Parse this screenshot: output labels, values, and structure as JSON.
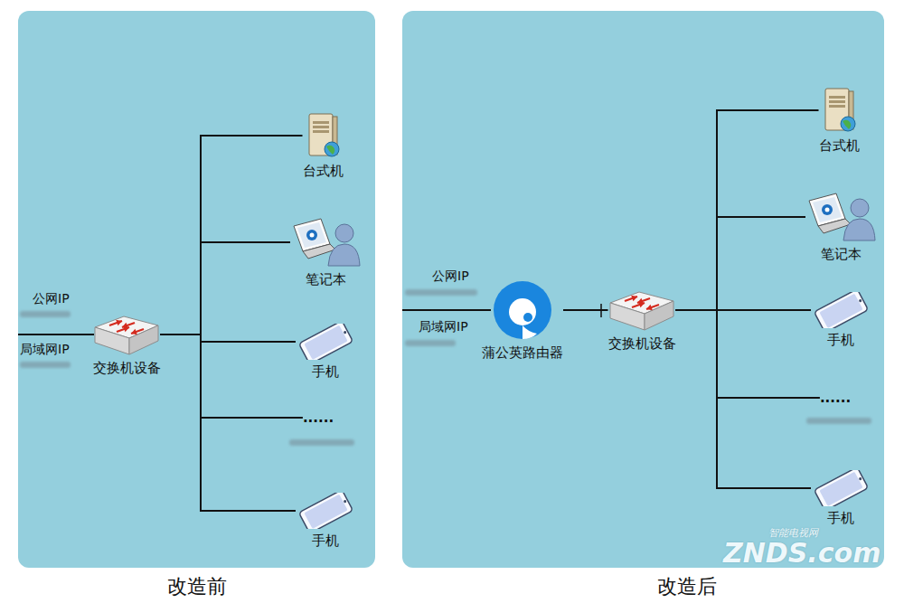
{
  "diagram": {
    "nodes": [
      {
        "text": [
          "改造前"
        ]
      },
      {
        "text": [
          "交换机设备"
        ],
        "in": 0
      },
      {
        "text": [
          "台式机"
        ],
        "in": 0
      },
      {
        "text": [
          "笔记本"
        ],
        "in": 0
      },
      {
        "text": [
          "手机"
        ],
        "in": 0
      },
      {
        "text": [
          "......"
        ],
        "in": 0
      },
      {
        "text": [
          "手机"
        ],
        "in": 0
      },
      {
        "text": [
          "改造后"
        ]
      },
      {
        "text": [
          "蒲公英路由器"
        ],
        "in": 7
      },
      {
        "text": [
          "交换机设备"
        ],
        "in": 7
      },
      {
        "text": [
          "台式机"
        ],
        "in": 7
      },
      {
        "text": [
          "笔记本"
        ],
        "in": 7
      },
      {
        "text": [
          "手机"
        ],
        "in": 7
      },
      {
        "text": [
          "......"
        ],
        "in": 7
      },
      {
        "text": [
          "手机"
        ],
        "in": 7
      }
    ],
    "edges": [
      {
        "from": 1,
        "to": 2,
        "arrow": "none"
      },
      {
        "from": 1,
        "to": 3,
        "arrow": "none"
      },
      {
        "from": 1,
        "to": 4,
        "arrow": "none"
      },
      {
        "from": 1,
        "to": 5,
        "arrow": "none"
      },
      {
        "from": 1,
        "to": 6,
        "arrow": "none"
      },
      {
        "from": 8,
        "to": 9,
        "arrow": "none"
      },
      {
        "from": 9,
        "to": 10,
        "arrow": "none"
      },
      {
        "from": 9,
        "to": 11,
        "arrow": "none"
      },
      {
        "from": 9,
        "to": 12,
        "arrow": "none"
      },
      {
        "from": 9,
        "to": 13,
        "arrow": "none"
      },
      {
        "from": 9,
        "to": 14,
        "arrow": "none"
      }
    ],
    "labels": [
      "公网IP",
      "局域网IP",
      "公网IP",
      "局域网IP",
      "智能电视网",
      "ZNDS.com"
    ]
  }
}
